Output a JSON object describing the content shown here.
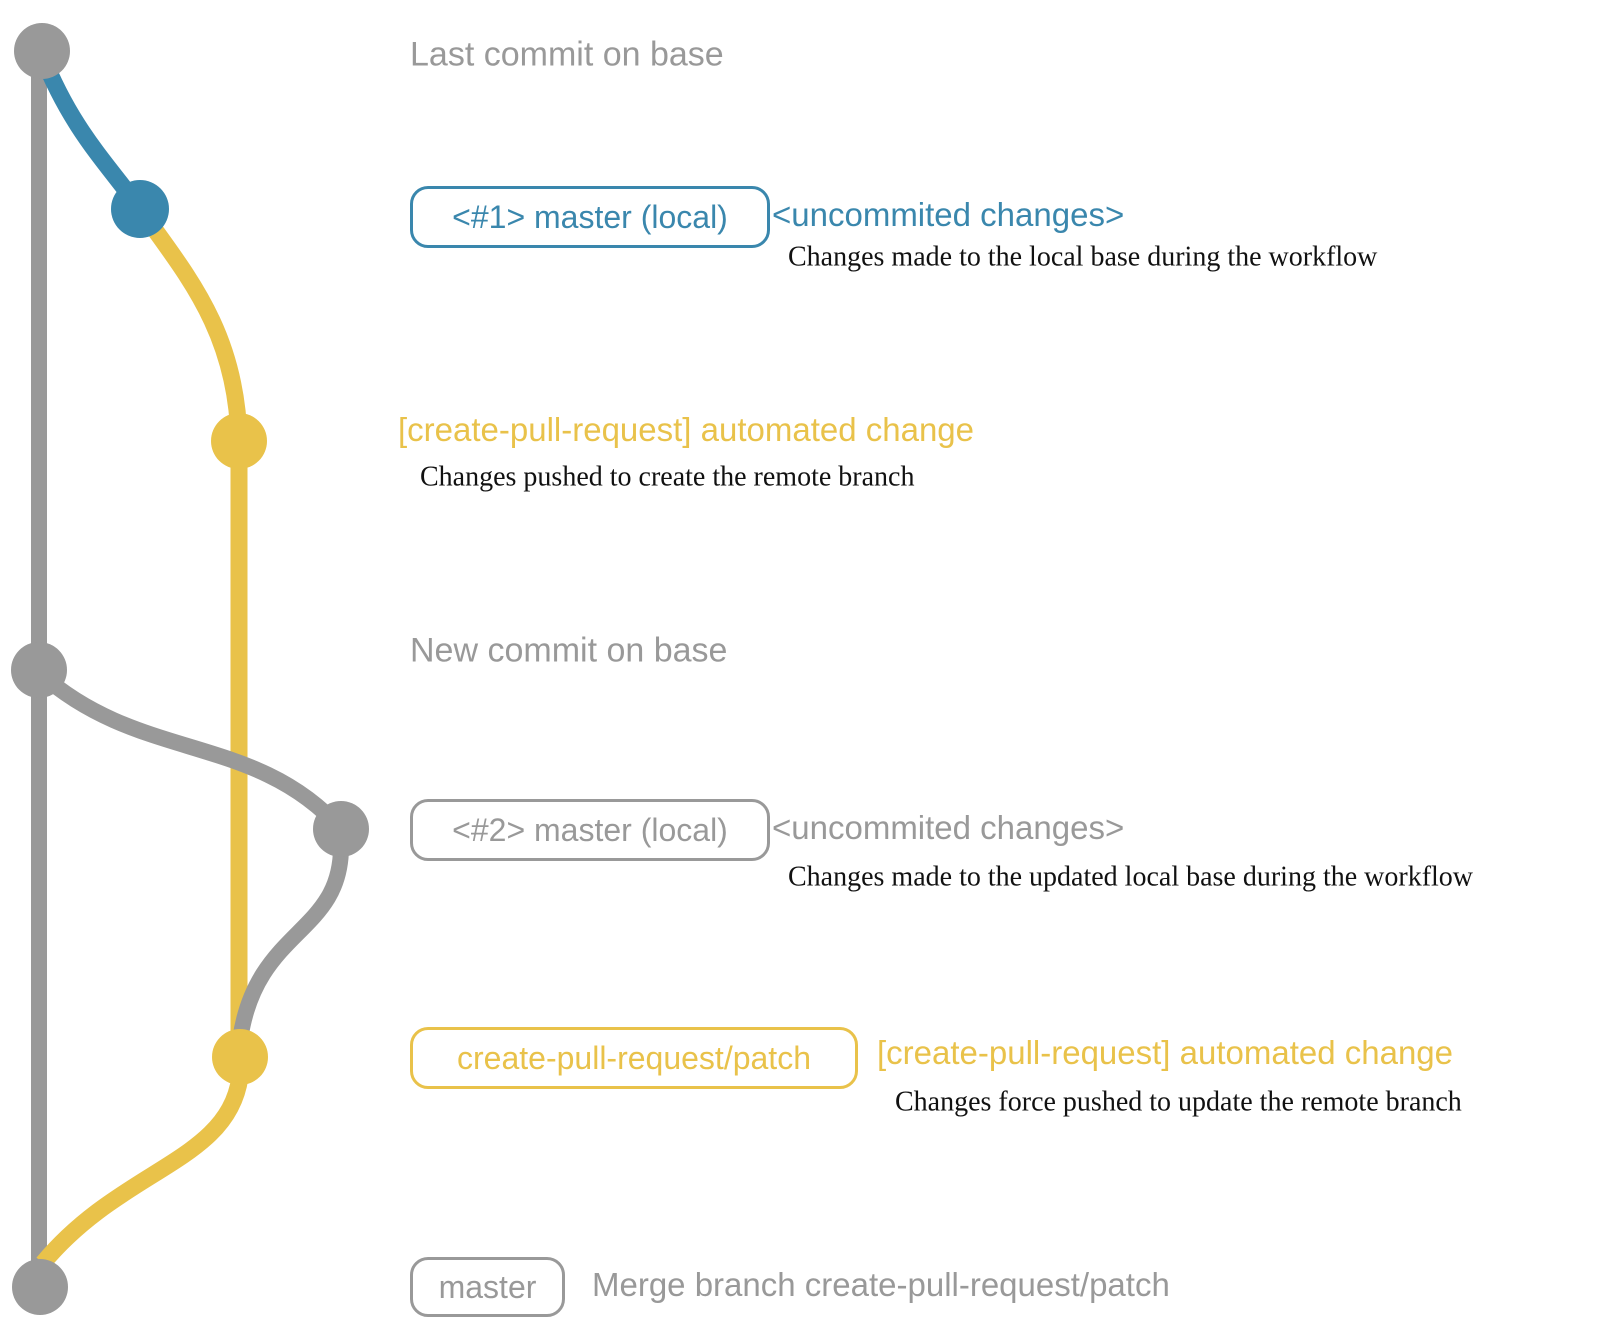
{
  "colors": {
    "base_gray": "#999999",
    "blue": "#3a87ad",
    "yellow": "#e9c24a",
    "text_black": "#111111"
  },
  "graph": {
    "branches": [
      "base",
      "master-local",
      "create-pull-request-patch"
    ],
    "commit_dots": [
      {
        "name": "last-commit-on-base",
        "color": "#999999"
      },
      {
        "name": "uncommitted-changes-1",
        "color": "#3a87ad"
      },
      {
        "name": "automated-change-push",
        "color": "#e9c24a"
      },
      {
        "name": "new-commit-on-base",
        "color": "#999999"
      },
      {
        "name": "uncommitted-changes-2",
        "color": "#999999"
      },
      {
        "name": "automated-change-force-push",
        "color": "#e9c24a"
      },
      {
        "name": "merge-commit",
        "color": "#999999"
      }
    ]
  },
  "annotations": {
    "last_commit": "Last commit on base",
    "row1": {
      "badge": "<#1> master (local)",
      "title": "<uncommited changes>",
      "desc": "Changes made to the local base during the workflow"
    },
    "row2": {
      "title": "[create-pull-request] automated change",
      "desc": "Changes pushed to create the remote branch"
    },
    "new_commit": "New commit on base",
    "row3": {
      "badge": "<#2> master (local)",
      "title": "<uncommited changes>",
      "desc": "Changes made to the updated local base during the workflow"
    },
    "row4": {
      "badge": "create-pull-request/patch",
      "title": "[create-pull-request] automated change",
      "desc": "Changes force pushed to update the remote branch"
    },
    "row5": {
      "badge": "master",
      "title": "Merge branch create-pull-request/patch"
    }
  }
}
